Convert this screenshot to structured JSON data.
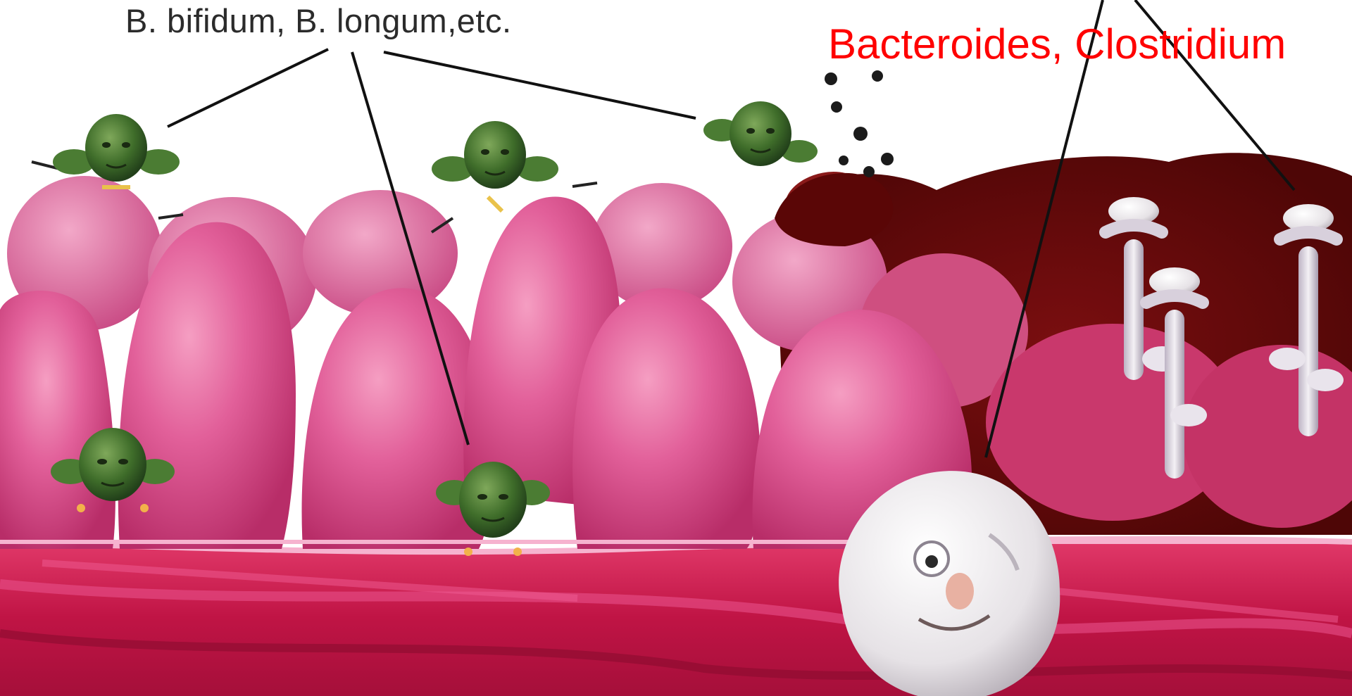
{
  "labels": {
    "beneficial": "B. bifidum, B. longum,etc.",
    "harmful": "Bacteroides, Clostridium"
  },
  "colors": {
    "beneficial_text": "#2b2b2b",
    "harmful_text": "#ff0000",
    "villi": "#d94f86",
    "muscle": "#c41747",
    "toxic_matter": "#6b0a0a",
    "good_bacteria": "#3f6d2a",
    "bad_bacteria": "#d9d4dc"
  },
  "icons": {
    "beneficial": "green-bifidobacteria-character",
    "harmful": "pale-rod-bacteria-character",
    "large_harmful": "white-blob-bacteria-character"
  }
}
